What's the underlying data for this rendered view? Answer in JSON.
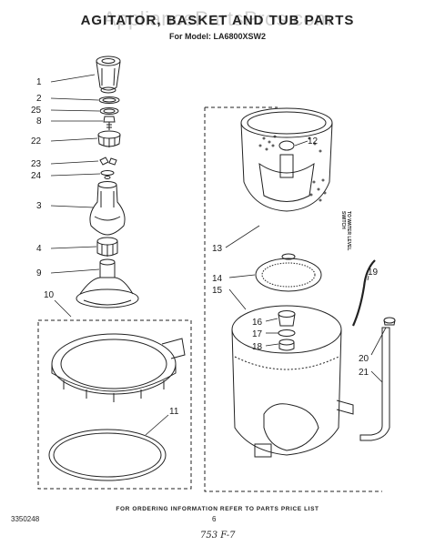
{
  "header": {
    "title": "AGITATOR, BASKET AND TUB PARTS",
    "model_line": "For Model: LA6800XSW2",
    "watermark": "AppliancePartsPros.com"
  },
  "annotations": {
    "switch_label_line1": "TO WATER LEVEL",
    "switch_label_line2": "SWITCH"
  },
  "footer": {
    "ordering_note": "FOR ORDERING INFORMATION REFER TO PARTS PRICE LIST",
    "part_number": "3350248",
    "page_number": "6",
    "handwritten_note": "753 F-7"
  },
  "callouts": [
    "1",
    "2",
    "25",
    "8",
    "22",
    "23",
    "24",
    "3",
    "4",
    "9",
    "10",
    "11",
    "12",
    "13",
    "14",
    "15",
    "16",
    "17",
    "18",
    "19",
    "20",
    "21"
  ]
}
